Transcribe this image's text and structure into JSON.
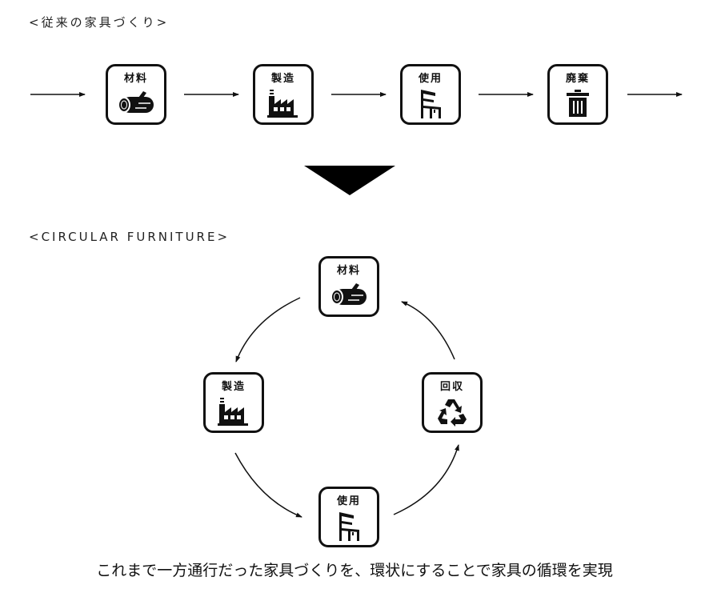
{
  "headings": {
    "conventional": "<従来の家具づくり>",
    "circular": "<CIRCULAR FURNITURE>"
  },
  "linear_flow": [
    {
      "label": "材料",
      "icon": "log-icon"
    },
    {
      "label": "製造",
      "icon": "factory-icon"
    },
    {
      "label": "使用",
      "icon": "chair-icon"
    },
    {
      "label": "廃棄",
      "icon": "trash-icon"
    }
  ],
  "circular_flow": [
    {
      "label": "材料",
      "icon": "log-icon"
    },
    {
      "label": "製造",
      "icon": "factory-icon"
    },
    {
      "label": "使用",
      "icon": "chair-icon"
    },
    {
      "label": "回収",
      "icon": "recycle-icon"
    }
  ],
  "caption": "これまで一方通行だった家具づくりを、環状にすることで家具の循環を実現",
  "colors": {
    "stroke": "#111111",
    "background": "#ffffff"
  }
}
